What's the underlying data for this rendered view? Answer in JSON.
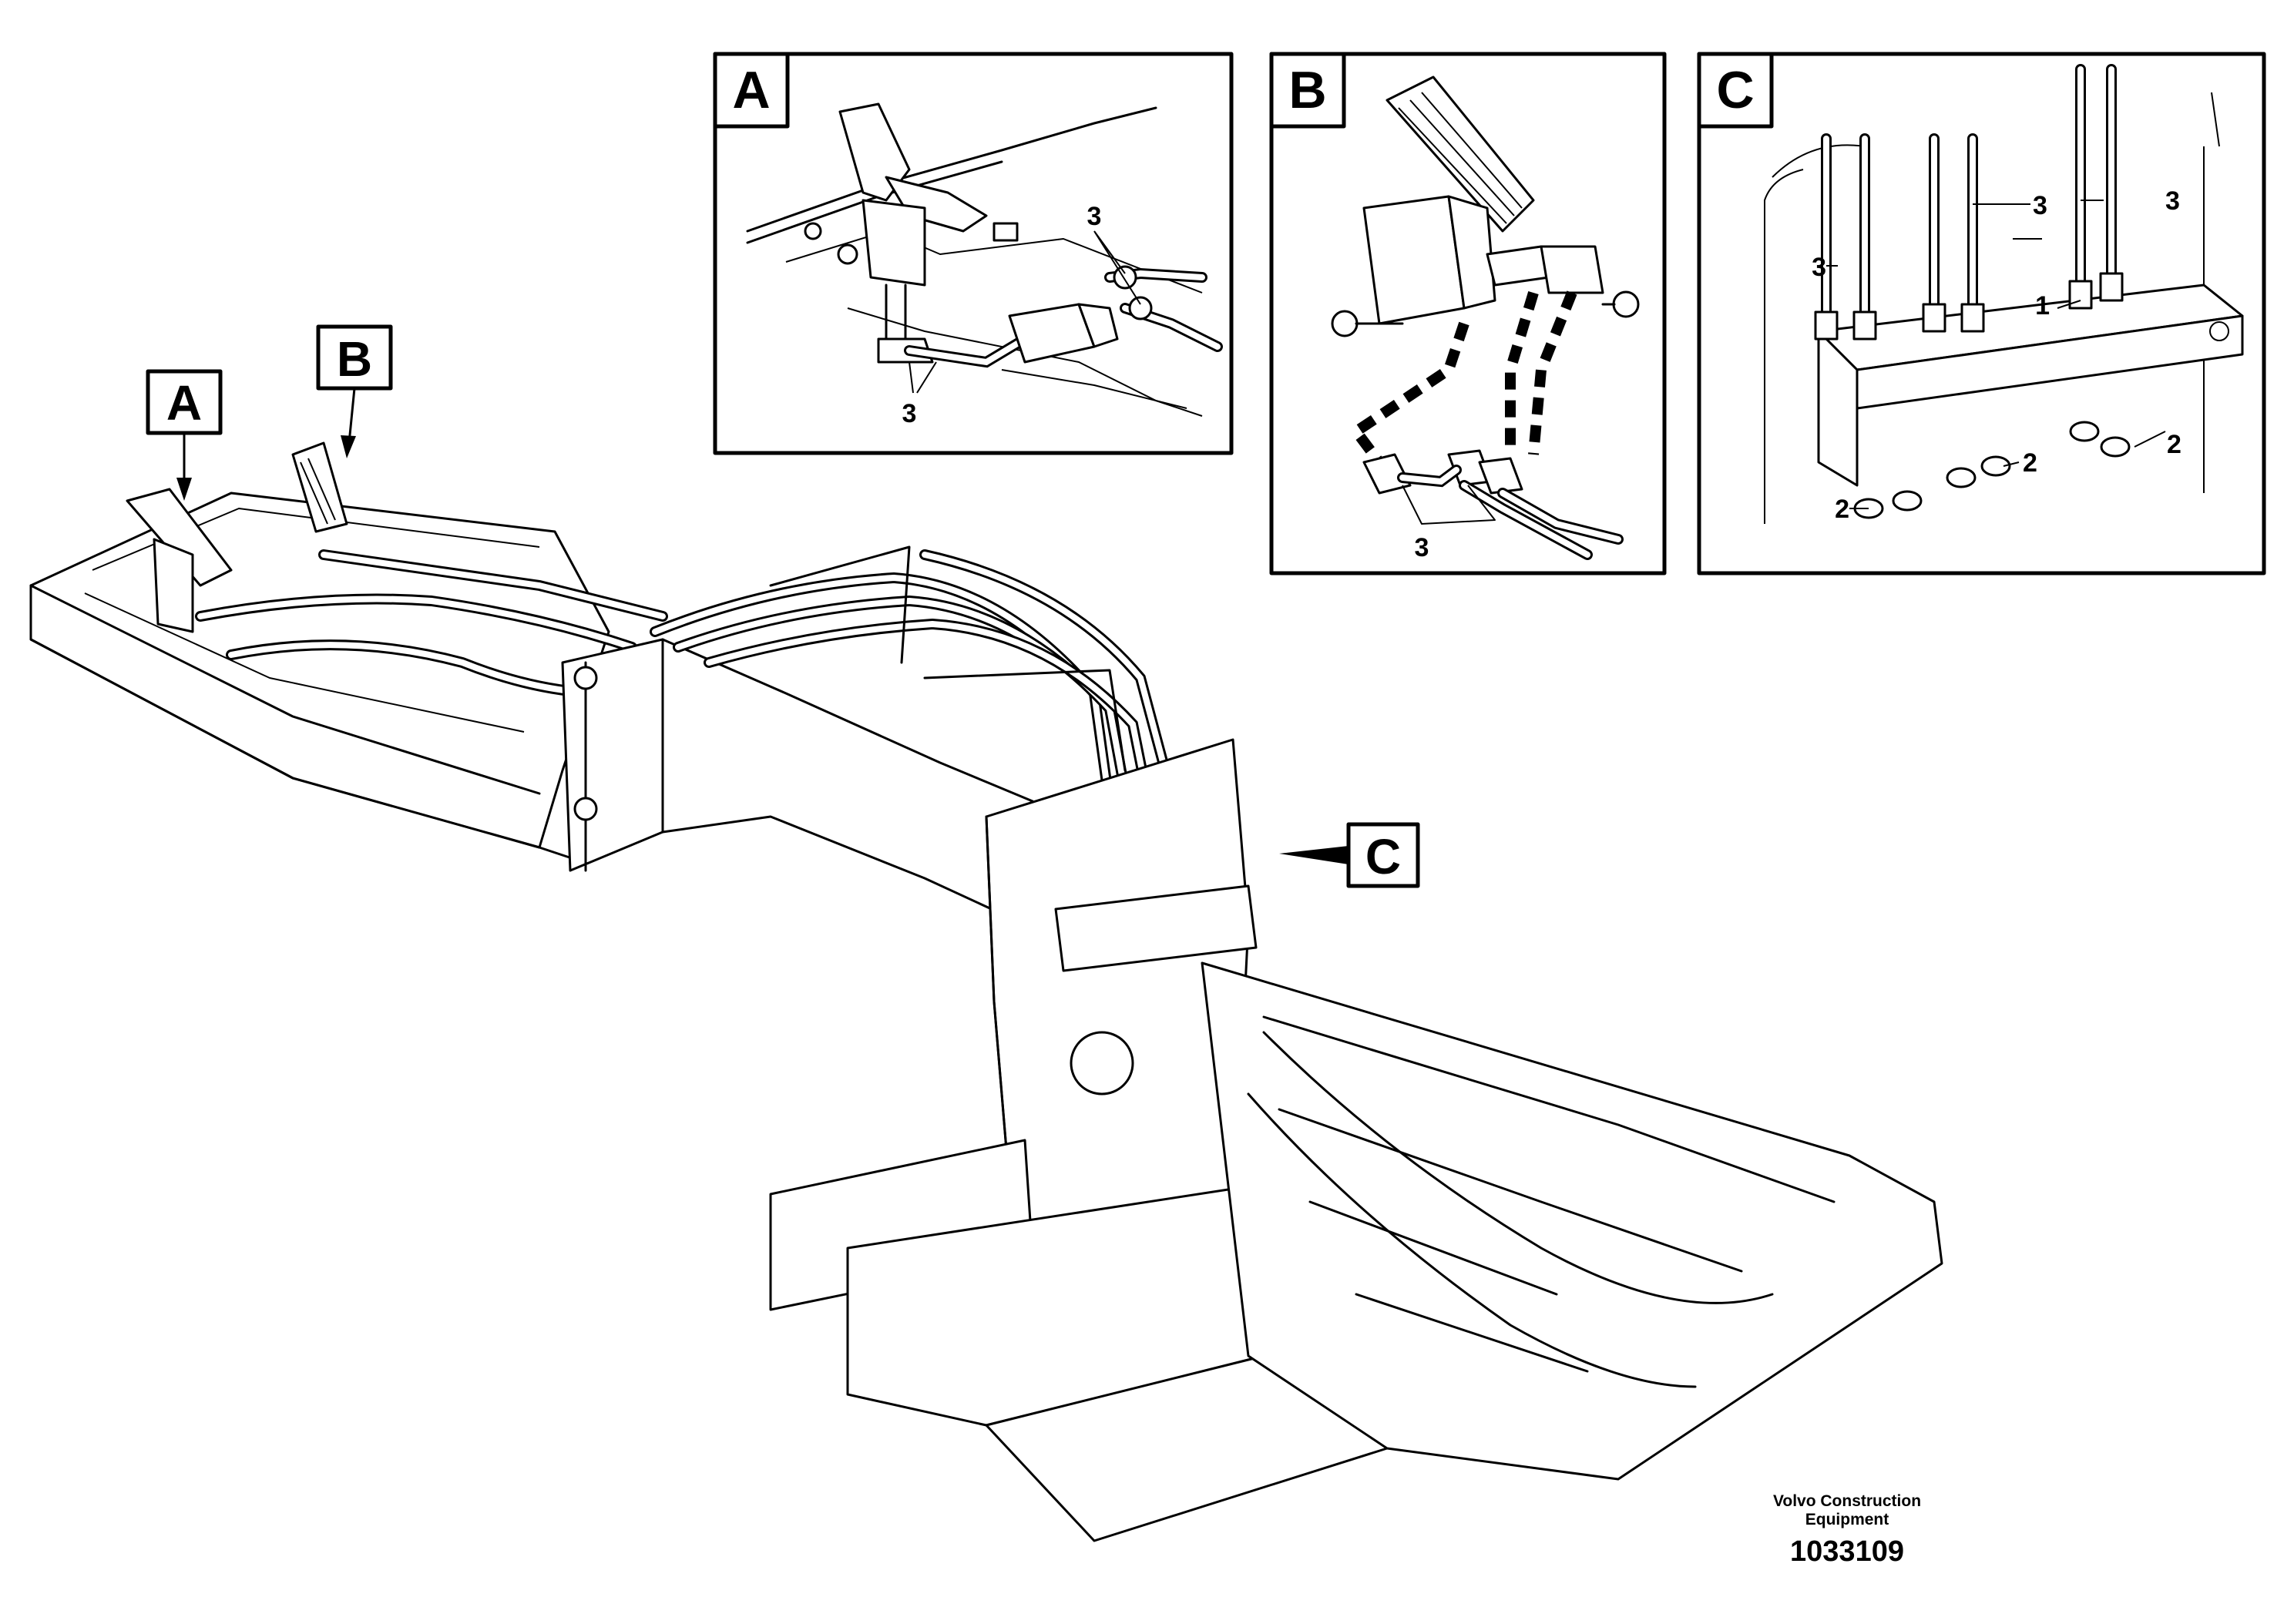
{
  "callouts": {
    "main_a": "A",
    "main_b": "B",
    "main_c": "C"
  },
  "panels": {
    "a": {
      "tag": "A",
      "labels": [
        "3",
        "3"
      ]
    },
    "b": {
      "tag": "B",
      "labels": [
        "3"
      ]
    },
    "c": {
      "tag": "C",
      "labels": [
        "3",
        "3",
        "3",
        "1",
        "2",
        "2",
        "2"
      ]
    }
  },
  "brand": {
    "line1": "Volvo Construction",
    "line2": "Equipment",
    "drawing_number": "1033109"
  }
}
